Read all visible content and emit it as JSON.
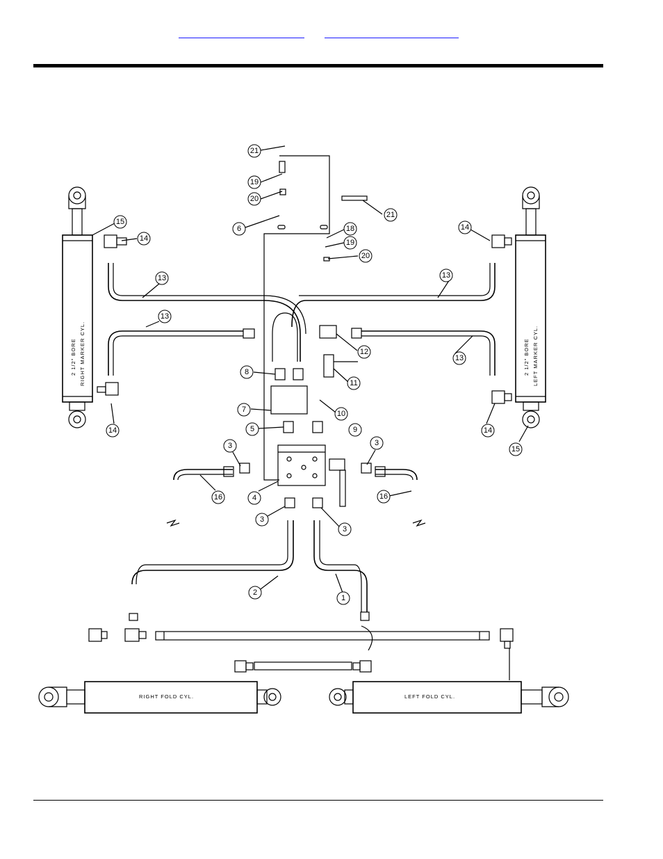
{
  "header": {
    "links": [
      "",
      ""
    ]
  },
  "diagram": {
    "cylinder_labels": {
      "left_bore": "2 1/2\" BORE",
      "left_name": "RIGHT MARKER CYL.",
      "right_bore": "2 1/2\" BORE",
      "right_name": "LEFT MARKER CYL.",
      "right_fold": "RIGHT FOLD CYL.",
      "left_fold": "LEFT FOLD CYL."
    },
    "callouts": [
      "21",
      "19",
      "20",
      "6",
      "21",
      "18",
      "19",
      "20",
      "15",
      "14",
      "13",
      "13",
      "14",
      "13",
      "13",
      "12",
      "11",
      "8",
      "7",
      "10",
      "5",
      "9",
      "14",
      "14",
      "15",
      "3",
      "3",
      "16",
      "4",
      "16",
      "3",
      "3",
      "2",
      "1"
    ]
  }
}
